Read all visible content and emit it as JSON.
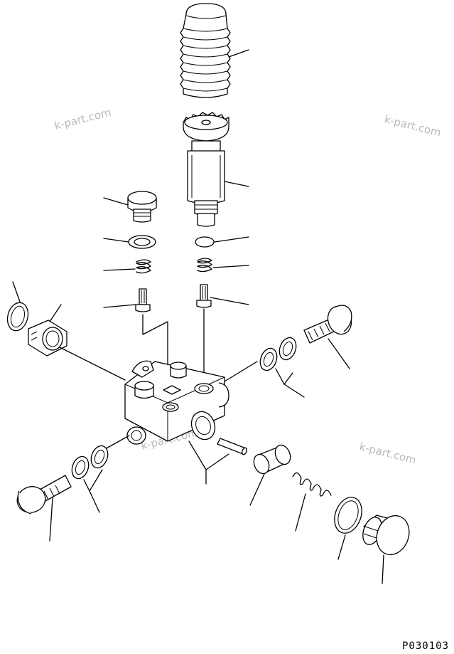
{
  "drawing": {
    "figure_code": "P030103",
    "watermarks": [
      "k-part.com",
      "k-part.com",
      "k-part.com",
      "k-part.com"
    ]
  },
  "colors": {
    "line": "#000000",
    "background": "#ffffff",
    "watermark": "#b9b9b9"
  }
}
